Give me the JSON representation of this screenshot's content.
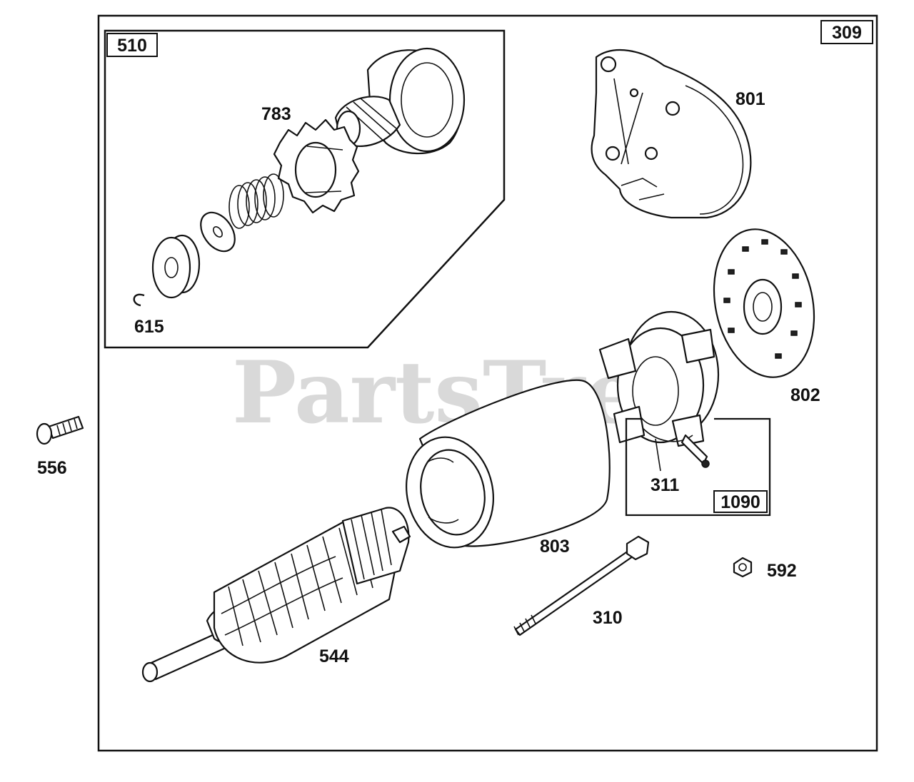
{
  "watermark": "PartsTree",
  "boxes": {
    "outer": "309",
    "gear_kit": "510",
    "brush_kit": "1090"
  },
  "labels": {
    "p783": "783",
    "p615": "615",
    "p801": "801",
    "p802": "802",
    "p311": "311",
    "p556": "556",
    "p803": "803",
    "p592": "592",
    "p310": "310",
    "p544": "544"
  }
}
